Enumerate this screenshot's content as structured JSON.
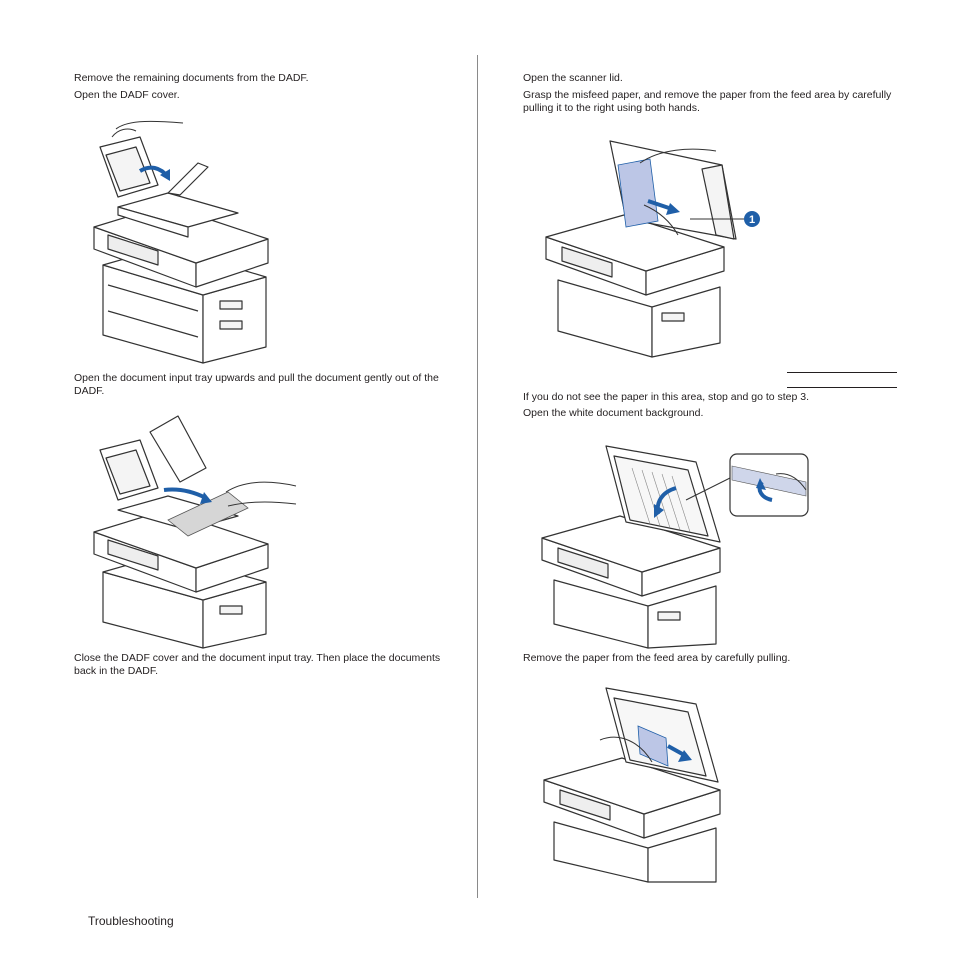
{
  "left_column": {
    "step_remove": "Remove the remaining documents from the DADF.",
    "step_open_cover": "Open the DADF cover.",
    "step_input_tray": "Open the document input tray upwards and pull the document gently out of the DADF.",
    "step_close": "Close the DADF cover and the document input tray. Then place the documents back in the DADF."
  },
  "right_column": {
    "step_open_lid": "Open the scanner lid.",
    "step_grasp": "Grasp the misfeed paper, and remove the paper from the feed area by carefully pulling it to the right using both hands.",
    "callout_number": "1",
    "step_not_see": "If you do not see the paper in this area, stop and go to step 3.",
    "step_open_background": "Open the white document background.",
    "step_remove_feed": "Remove the paper from the feed area by carefully pulling."
  },
  "footer": {
    "section": "Troubleshooting"
  },
  "colors": {
    "accent_blue": "#1f5fa8",
    "text": "#231f20",
    "line": "#333333",
    "paper_blue": "#bcc6e6"
  }
}
